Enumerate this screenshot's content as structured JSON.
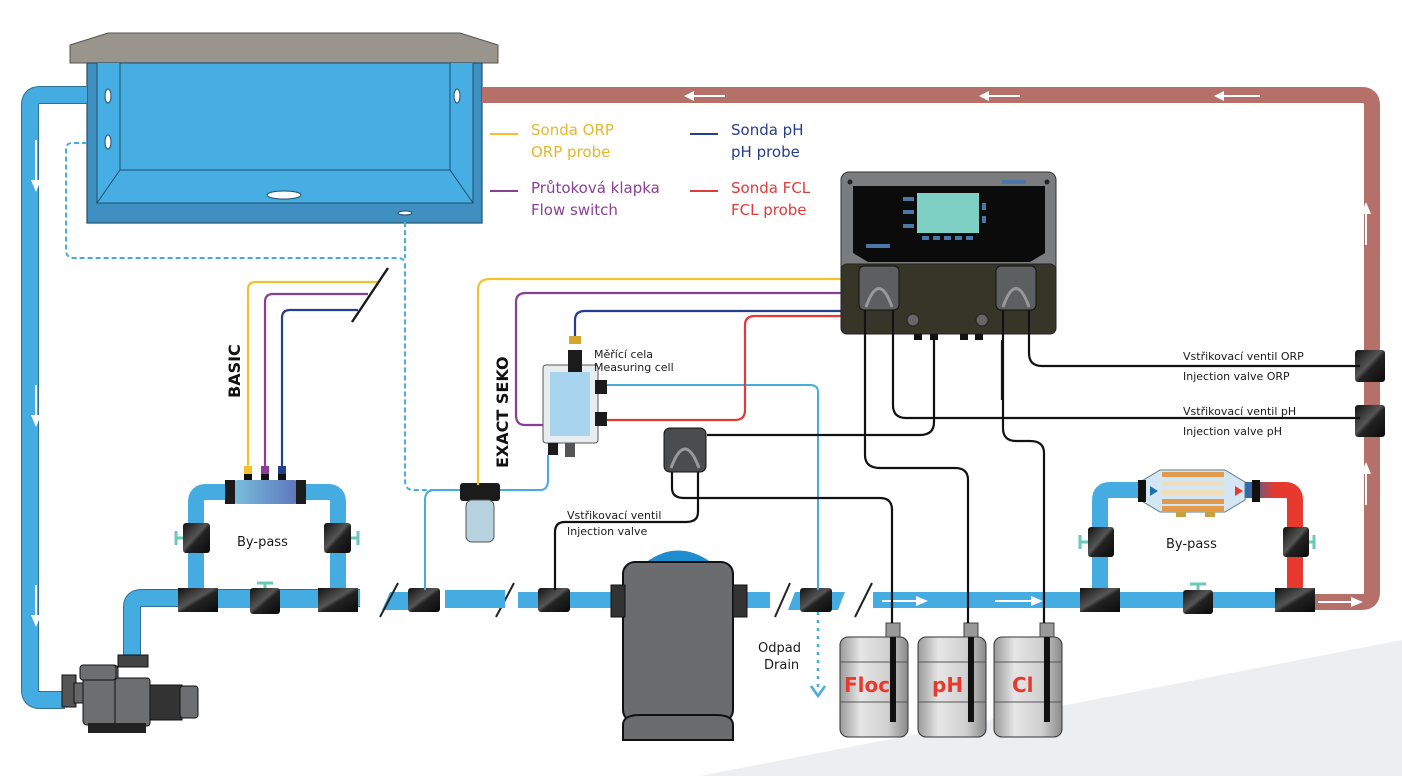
{
  "diagram": {
    "title": "Pool dosing system schematic",
    "legend": [
      {
        "line1": "Sonda ORP",
        "line2": "ORP probe",
        "color": "#f2c12e"
      },
      {
        "line1": "Sonda pH",
        "line2": "pH probe",
        "color": "#253e8c"
      },
      {
        "line1": "Průtoková klapka",
        "line2": "Flow switch",
        "color": "#8a3f97"
      },
      {
        "line1": "Sonda FCL",
        "line2": "FCL probe",
        "color": "#e23a35"
      }
    ],
    "labels": {
      "basic": "BASIC",
      "exact_seko": "EXACT SEKO",
      "measuring_cell_cz": "Měřící cela",
      "measuring_cell_en": "Measuring cell",
      "injection_valve_cz": "Vstřikovací ventil",
      "injection_valve_en": "Injection valve",
      "injection_valve_orp_cz": "Vstřikovací ventil ORP",
      "injection_valve_orp_en": "Injection valve ORP",
      "injection_valve_ph_cz": "Vstřikovací ventil pH",
      "injection_valve_ph_en": "Injection valve pH",
      "bypass_left": "By-pass",
      "bypass_right": "By-pass",
      "drain_cz": "Odpad",
      "drain_en": "Drain"
    },
    "tanks": [
      {
        "label": "Floc"
      },
      {
        "label": "pH"
      },
      {
        "label": "Cl"
      }
    ],
    "colors": {
      "water_cold": "#45ace2",
      "water_return": "#b5706a",
      "hot": "#e8392f",
      "orp": "#f2c12e",
      "ph": "#253e8c",
      "flow_switch": "#8a3f97",
      "fcl": "#e23a35",
      "controller_screen": "#7fd0c4"
    }
  }
}
